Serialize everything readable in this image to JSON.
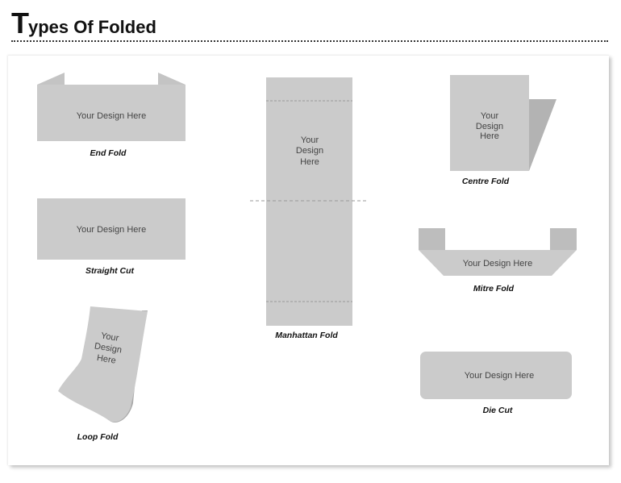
{
  "header": {
    "title_first_letter": "T",
    "title_rest": "ypes Of Folded"
  },
  "placeholder_text": "Your Design Here",
  "placeholder_lines": [
    "Your",
    "Design",
    "Here"
  ],
  "folds": {
    "end_fold": "End Fold",
    "straight_cut": "Straight Cut",
    "loop_fold": "Loop Fold",
    "manhattan_fold": "Manhattan Fold",
    "centre_fold": "Centre Fold",
    "mitre_fold": "Mitre Fold",
    "die_cut": "Die Cut"
  },
  "colors": {
    "label_fill": "#cbcbcb",
    "label_dark": "#b3b3b3",
    "fold_line": "#999999"
  }
}
